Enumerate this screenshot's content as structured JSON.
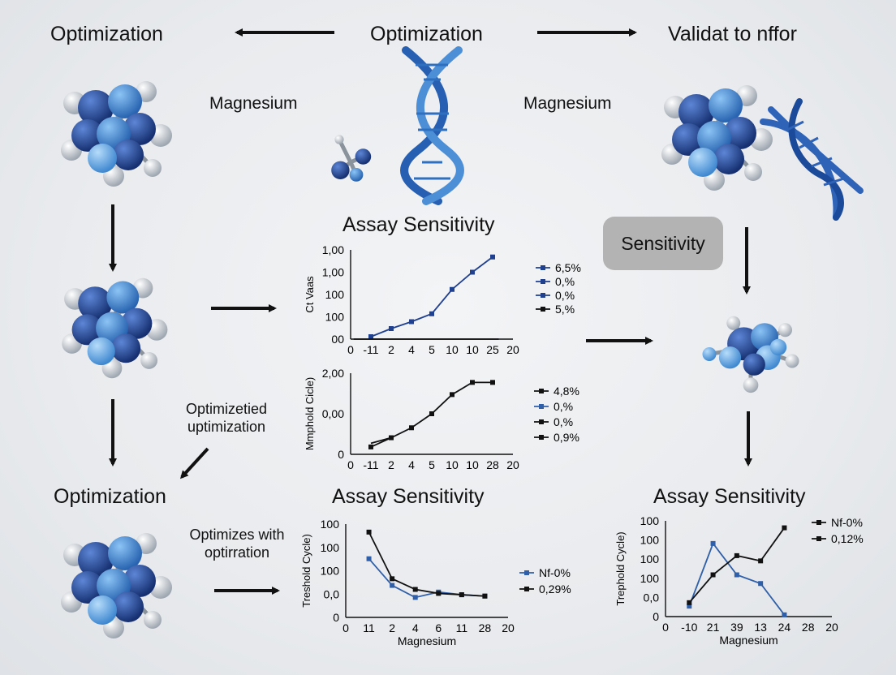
{
  "headings": {
    "top_left": "Optimization",
    "top_center": "Optimization",
    "top_right": "Validat to nffor",
    "mid_left": "Optimization",
    "chart1_title": "Assay Sensitivity",
    "chart3_title": "Assay Sensitivity",
    "chart4_title": "Assay Sensitivity"
  },
  "labels": {
    "magnesium_left": "Magnesium",
    "magnesium_right": "Magnesium",
    "sensitivity_box": "Sensitivity",
    "optimized_caption": [
      "Optimizetied",
      "uptimization"
    ],
    "optimizes_caption": [
      "Optimizes with",
      "optirration"
    ]
  },
  "colors": {
    "deep_blue": "#1f3f8f",
    "mid_blue": "#2f73c4",
    "light_blue": "#5aa0e0",
    "white_atom": "#d9dde2",
    "arrow": "#111111"
  },
  "chart_data": [
    {
      "type": "line",
      "title": "Assay Sensitivity",
      "ylabel": "Ct Vaas",
      "xlabel": "",
      "x_ticks": [
        "0",
        "-11",
        "2",
        "4",
        "5",
        "10",
        "10",
        "25",
        "20"
      ],
      "y_ticks": [
        "1,00",
        "1,00",
        "100",
        "100",
        "00"
      ],
      "series": [
        {
          "name": "6,5%",
          "color": "#1f3f8f",
          "values": [
            {
              "x": 1,
              "y": 0.12
            },
            {
              "x": 2,
              "y": 0.52
            },
            {
              "x": 3,
              "y": 0.86
            },
            {
              "x": 4,
              "y": 1.25
            },
            {
              "x": 5,
              "y": 2.45
            },
            {
              "x": 6,
              "y": 3.3
            },
            {
              "x": 7,
              "y": 4.05
            }
          ]
        },
        {
          "name": "5,%",
          "color": "#111111",
          "values": [
            {
              "x": 0.15,
              "y": 0
            },
            {
              "x": 7.3,
              "y": 0
            }
          ]
        }
      ],
      "legend": [
        {
          "label": "6,5%",
          "color": "#1f3f8f"
        },
        {
          "label": "0,%",
          "color": "#1f3f8f"
        },
        {
          "label": "0,%",
          "color": "#1f3f8f"
        },
        {
          "label": "5,%",
          "color": "#111111"
        }
      ],
      "legend_position": "right"
    },
    {
      "type": "line",
      "title": "",
      "ylabel": "Mmphold Cicle)",
      "xlabel": "",
      "x_ticks": [
        "0",
        "-11",
        "2",
        "4",
        "5",
        "10",
        "10",
        "28",
        "20"
      ],
      "y_ticks": [
        "2,00",
        "0,00",
        "0"
      ],
      "series": [
        {
          "name": "4,8%",
          "color": "#111111",
          "values": [
            {
              "x": 1,
              "y": 0.2
            },
            {
              "x": 2,
              "y": 0.45
            },
            {
              "x": 3,
              "y": 0.72
            },
            {
              "x": 4,
              "y": 1.1
            },
            {
              "x": 5,
              "y": 1.62
            },
            {
              "x": 6,
              "y": 1.95
            },
            {
              "x": 7,
              "y": 1.95
            }
          ]
        },
        {
          "name": "0,%",
          "color": "#111111",
          "values": [
            {
              "x": 1,
              "y": 0.3
            },
            {
              "x": 2,
              "y": 0.45
            }
          ]
        }
      ],
      "legend": [
        {
          "label": "4,8%",
          "color": "#111111"
        },
        {
          "label": "0,%",
          "color": "#2f5fa8"
        },
        {
          "label": "0,%",
          "color": "#111111"
        },
        {
          "label": "0,9%",
          "color": "#111111"
        }
      ],
      "legend_position": "right"
    },
    {
      "type": "line",
      "title": "Assay Sensitivity",
      "ylabel": "Treshold Cycle)",
      "xlabel": "Magnesium",
      "x_ticks": [
        "0",
        "11",
        "2",
        "4",
        "6",
        "11",
        "28",
        "20"
      ],
      "y_ticks": [
        "100",
        "100",
        "100",
        "0,0",
        "0"
      ],
      "series": [
        {
          "name": "Nf-0%",
          "color": "#2f5fa8",
          "values": [
            {
              "x": 1,
              "y": 2.2
            },
            {
              "x": 2,
              "y": 1.2
            },
            {
              "x": 3,
              "y": 0.75
            },
            {
              "x": 4,
              "y": 0.95
            },
            {
              "x": 5,
              "y": 0.85
            },
            {
              "x": 6,
              "y": 0.8
            }
          ]
        },
        {
          "name": "0,29%",
          "color": "#111111",
          "values": [
            {
              "x": 1,
              "y": 3.2
            },
            {
              "x": 2,
              "y": 1.45
            },
            {
              "x": 3,
              "y": 1.05
            },
            {
              "x": 4,
              "y": 0.9
            },
            {
              "x": 5,
              "y": 0.85
            },
            {
              "x": 6,
              "y": 0.8
            }
          ]
        }
      ],
      "legend": [
        {
          "label": "Nf-0%",
          "color": "#2f5fa8"
        },
        {
          "label": "0,29%",
          "color": "#111111"
        }
      ],
      "legend_position": "right"
    },
    {
      "type": "line",
      "title": "Assay Sensitivity",
      "ylabel": "Trephold Cycle)",
      "xlabel": "Magnesium",
      "x_ticks": [
        "0",
        "-10",
        "21",
        "39",
        "13",
        "24",
        "28",
        "20"
      ],
      "y_ticks": [
        "100",
        "100",
        "100",
        "100",
        "0,0",
        "0"
      ],
      "series": [
        {
          "name": "Nf-0%",
          "color": "#2f5fa8",
          "values": [
            {
              "x": 1,
              "y": 0.6
            },
            {
              "x": 2,
              "y": 4.2
            },
            {
              "x": 3,
              "y": 2.4
            },
            {
              "x": 4,
              "y": 1.9
            },
            {
              "x": 5,
              "y": 0.1
            }
          ]
        },
        {
          "name": "0,12%",
          "color": "#111111",
          "values": [
            {
              "x": 1,
              "y": 0.8
            },
            {
              "x": 2,
              "y": 2.4
            },
            {
              "x": 3,
              "y": 3.5
            },
            {
              "x": 4,
              "y": 3.2
            },
            {
              "x": 5,
              "y": 5.1
            }
          ]
        }
      ],
      "legend": [
        {
          "label": "Nf-0%",
          "color": "#111111"
        },
        {
          "label": "0,12%",
          "color": "#111111"
        }
      ],
      "legend_position": "top-right"
    }
  ]
}
